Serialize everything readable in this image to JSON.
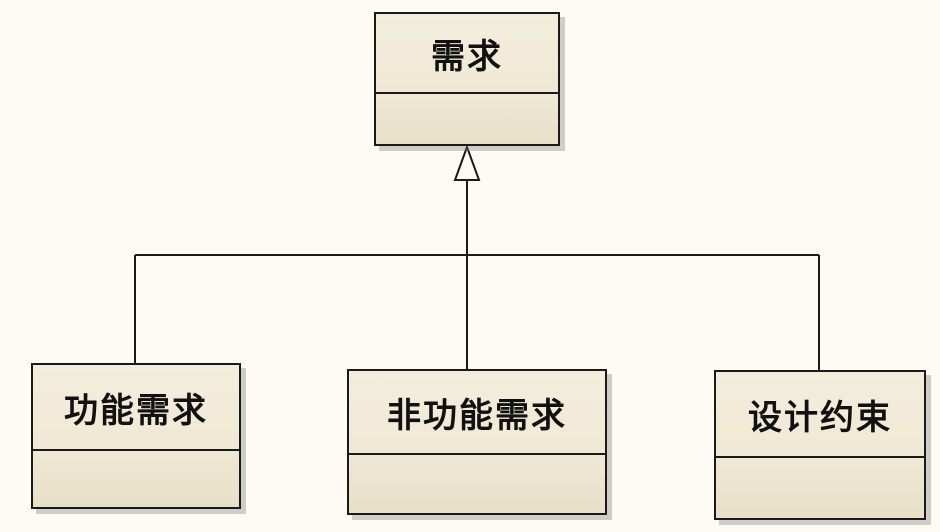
{
  "diagram": {
    "parent_class": {
      "name": "需求",
      "attributes": []
    },
    "child_classes": [
      {
        "name": "功能需求",
        "attributes": []
      },
      {
        "name": "非功能需求",
        "attributes": []
      },
      {
        "name": "设计约束",
        "attributes": []
      }
    ],
    "relationship": "generalization",
    "colors": {
      "background": "#fdfbf4",
      "class_fill": "#f3eddc",
      "line": "#1a1a1a"
    }
  }
}
